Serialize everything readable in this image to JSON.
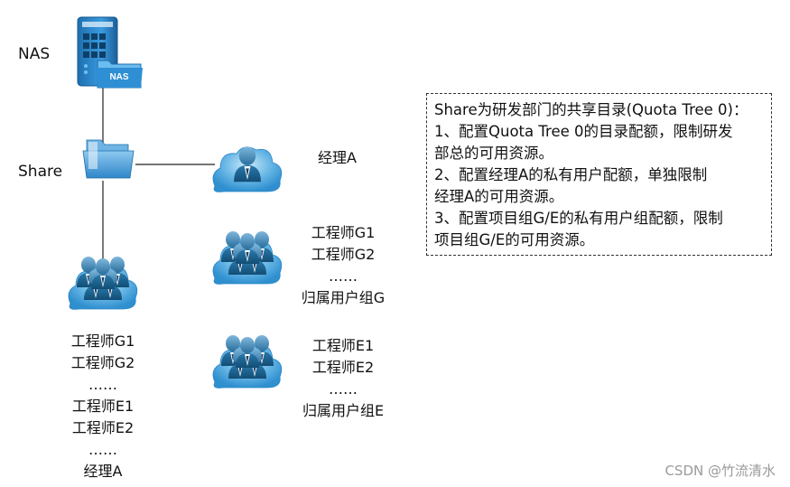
{
  "nodes": {
    "nas_label": "NAS",
    "nas_badge": "NAS",
    "share_label": "Share"
  },
  "groups": {
    "manager_a": {
      "lines": [
        "经理A"
      ]
    },
    "group_g": {
      "lines": [
        "工程师G1",
        "工程师G2",
        "……",
        "归属用户组G"
      ]
    },
    "group_e": {
      "lines": [
        "工程师E1",
        "工程师E2",
        "……",
        "归属用户组E"
      ]
    },
    "all_users": {
      "lines": [
        "工程师G1",
        "工程师G2",
        "……",
        "工程师E1",
        "工程师E2",
        "……",
        "经理A"
      ]
    }
  },
  "info_box": {
    "lines": [
      "Share为研发部门的共享目录(Quota Tree 0)：",
      "1、配置Quota Tree 0的目录配额，限制研发",
      "部总的可用资源。",
      "2、配置经理A的私有用户配额，单独限制",
      "经理A的可用资源。",
      "3、配置项目组G/E的私有用户组配额，限制",
      "项目组G/E的可用资源。"
    ]
  },
  "watermark": "CSDN @竹流清水",
  "colors": {
    "cloud": "#3f9fd8",
    "cloud_dark": "#1f74b6",
    "person_body": "#1b5f8f",
    "nas_body": "#2a86c8"
  }
}
